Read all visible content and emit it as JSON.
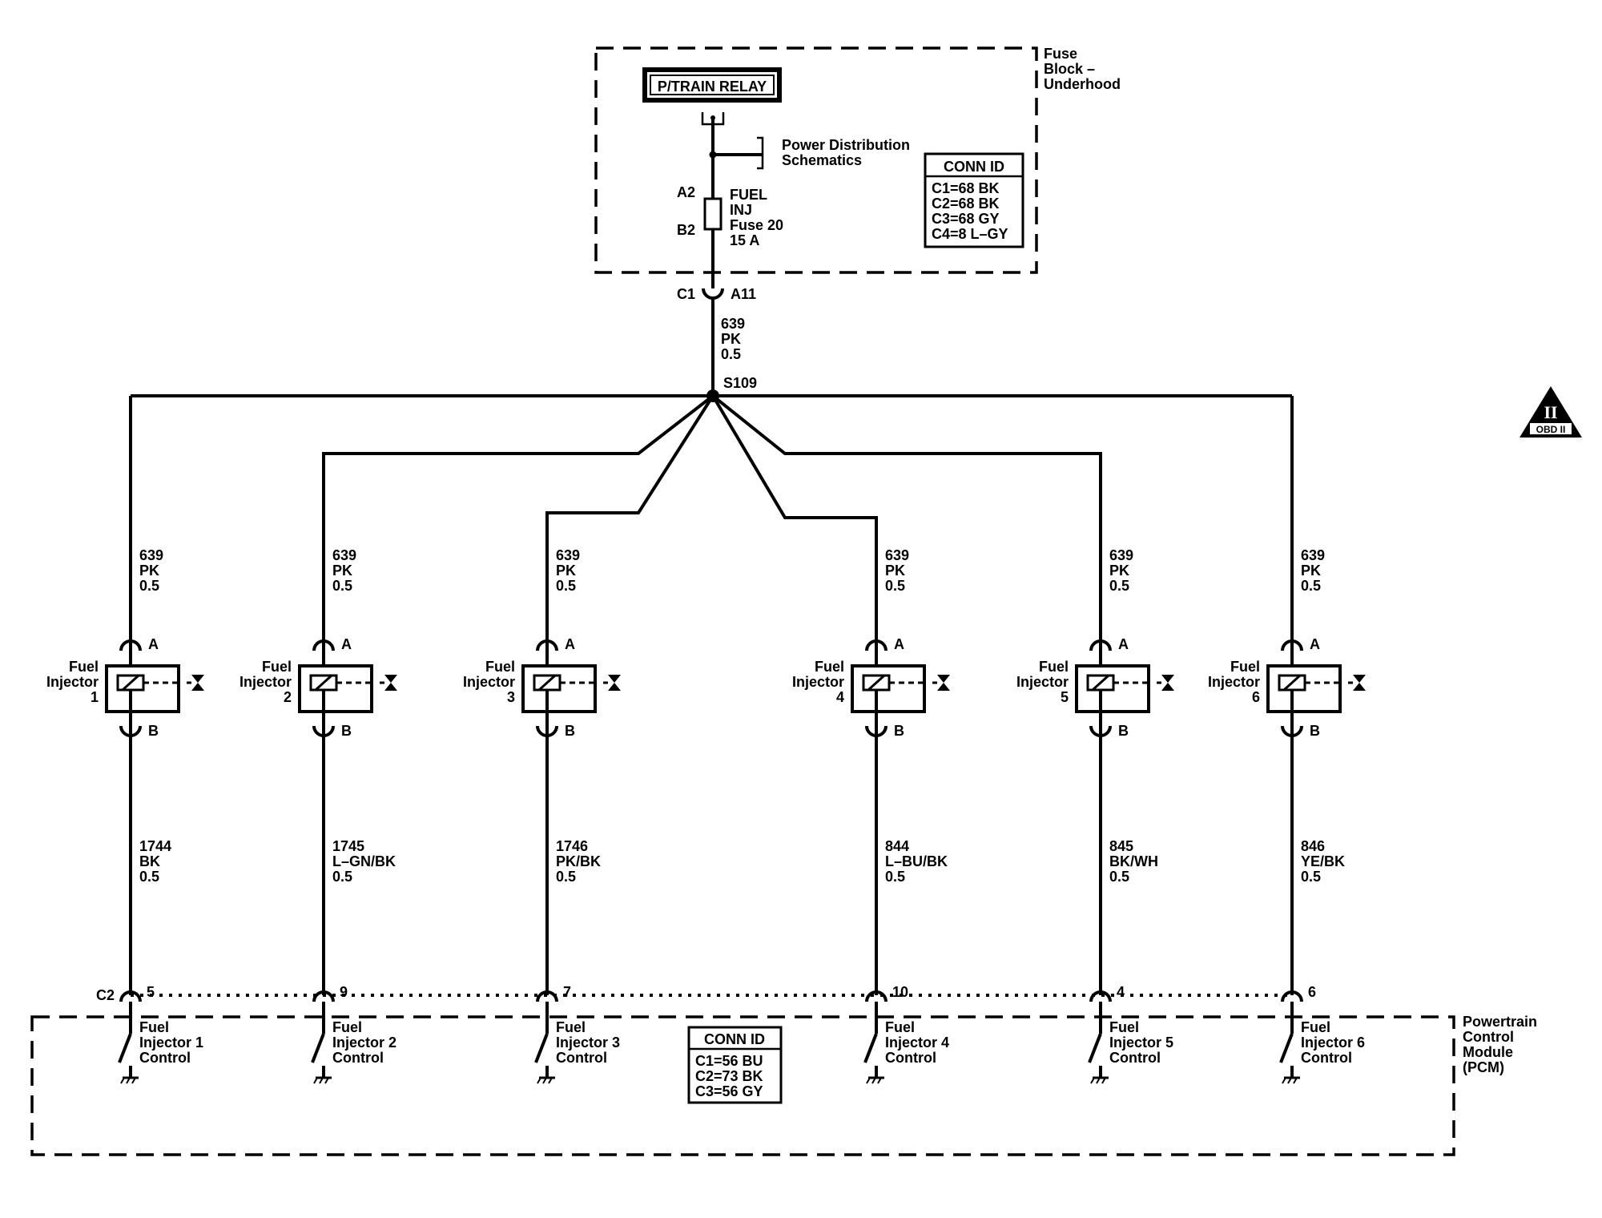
{
  "fuse_block": {
    "name_lines": [
      "Fuse",
      "Block –",
      "Underhood"
    ],
    "relay_label": "P/TRAIN RELAY",
    "power_dist_lines": [
      "Power Distribution",
      "Schematics"
    ],
    "fuse_pin_top": "A2",
    "fuse_pin_bottom": "B2",
    "fuse_lines": [
      "FUEL",
      "INJ",
      "Fuse 20",
      "15 A"
    ],
    "conn_id": {
      "title": "CONN ID",
      "rows": [
        "C1=68 BK",
        "C2=68 BK",
        "C3=68 GY",
        "C4=8 L–GY"
      ]
    },
    "out_connector": "C1",
    "out_pin": "A11"
  },
  "main_wire": {
    "circuit": "639",
    "color": "PK",
    "size": "0.5"
  },
  "splice": "S109",
  "obd_badge": {
    "top": "II",
    "bottom": "OBD II"
  },
  "injectors": [
    {
      "label_lines": [
        "Fuel",
        "Injector",
        "1"
      ],
      "pin_top": "A",
      "pin_bottom": "B",
      "feed": [
        "639",
        "PK",
        "0.5"
      ],
      "control": [
        "1744",
        "BK",
        "0.5"
      ],
      "pcm_pin": "5",
      "pcm_label": [
        "Fuel",
        "Injector 1",
        "Control"
      ]
    },
    {
      "label_lines": [
        "Fuel",
        "Injector",
        "2"
      ],
      "pin_top": "A",
      "pin_bottom": "B",
      "feed": [
        "639",
        "PK",
        "0.5"
      ],
      "control": [
        "1745",
        "L–GN/BK",
        "0.5"
      ],
      "pcm_pin": "9",
      "pcm_label": [
        "Fuel",
        "Injector 2",
        "Control"
      ]
    },
    {
      "label_lines": [
        "Fuel",
        "Injector",
        "3"
      ],
      "pin_top": "A",
      "pin_bottom": "B",
      "feed": [
        "639",
        "PK",
        "0.5"
      ],
      "control": [
        "1746",
        "PK/BK",
        "0.5"
      ],
      "pcm_pin": "7",
      "pcm_label": [
        "Fuel",
        "Injector 3",
        "Control"
      ]
    },
    {
      "label_lines": [
        "Fuel",
        "Injector",
        "4"
      ],
      "pin_top": "A",
      "pin_bottom": "B",
      "feed": [
        "639",
        "PK",
        "0.5"
      ],
      "control": [
        "844",
        "L–BU/BK",
        "0.5"
      ],
      "pcm_pin": "10",
      "pcm_label": [
        "Fuel",
        "Injector 4",
        "Control"
      ]
    },
    {
      "label_lines": [
        "Fuel",
        "Injector",
        "5"
      ],
      "pin_top": "A",
      "pin_bottom": "B",
      "feed": [
        "639",
        "PK",
        "0.5"
      ],
      "control": [
        "845",
        "BK/WH",
        "0.5"
      ],
      "pcm_pin": "4",
      "pcm_label": [
        "Fuel",
        "Injector 5",
        "Control"
      ]
    },
    {
      "label_lines": [
        "Fuel",
        "Injector",
        "6"
      ],
      "pin_top": "A",
      "pin_bottom": "B",
      "feed": [
        "639",
        "PK",
        "0.5"
      ],
      "control": [
        "846",
        "YE/BK",
        "0.5"
      ],
      "pcm_pin": "6",
      "pcm_label": [
        "Fuel",
        "Injector 6",
        "Control"
      ]
    }
  ],
  "pcm": {
    "connector": "C2",
    "name_lines": [
      "Powertrain",
      "Control",
      "Module",
      "(PCM)"
    ],
    "conn_id": {
      "title": "CONN ID",
      "rows": [
        "C1=56 BU",
        "C2=73 BK",
        "C3=56 GY"
      ]
    }
  }
}
